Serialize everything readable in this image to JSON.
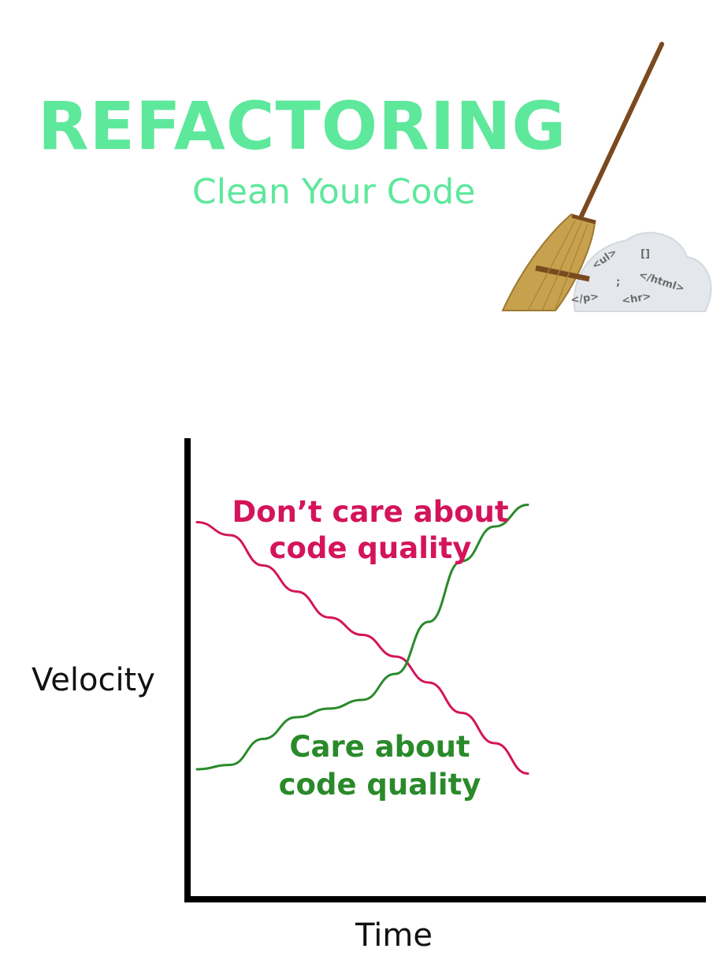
{
  "header": {
    "title": "REFACTORING",
    "subtitle": "Clean Your Code",
    "title_color": "#5ee89c"
  },
  "illustration": {
    "icon": "broom-icon",
    "code_tags": [
      "<ul>",
      "[]",
      ";",
      "</html>",
      "</p>",
      "<hr>"
    ]
  },
  "chart_data": {
    "type": "line",
    "xlabel": "Time",
    "ylabel": "Velocity",
    "x": [
      0,
      1,
      2,
      3,
      4,
      5,
      6,
      7,
      8,
      9,
      10
    ],
    "series": [
      {
        "name": "Don’t care about code quality",
        "label_lines": [
          "Don’t care about",
          "code quality"
        ],
        "color": "#d4145a",
        "values": [
          8.5,
          8.2,
          7.5,
          6.9,
          6.3,
          5.9,
          5.4,
          4.8,
          4.1,
          3.4,
          2.7
        ]
      },
      {
        "name": "Care about code quality",
        "label_lines": [
          "Care about",
          "code quality"
        ],
        "color": "#2a8a2a",
        "values": [
          2.8,
          2.9,
          3.5,
          4.0,
          4.2,
          4.4,
          5.0,
          6.2,
          7.6,
          8.4,
          8.9
        ]
      }
    ],
    "ylim": [
      0,
      10
    ],
    "xlim": [
      0,
      10
    ]
  }
}
